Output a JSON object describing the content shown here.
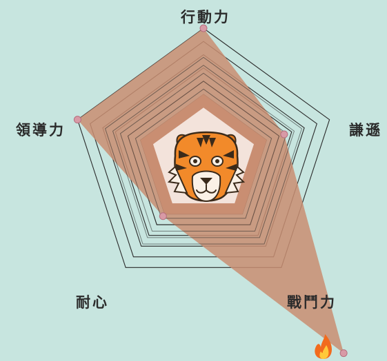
{
  "chart_data": {
    "type": "radar",
    "axes": [
      "行動力",
      "謙遜",
      "戰鬥力",
      "耐心",
      "領導力"
    ],
    "values": [
      5,
      3.2,
      9,
      2.6,
      5
    ],
    "max": 5,
    "levels": 6,
    "center_icon": "tiger-face-icon",
    "overflow_icon": "fire-icon",
    "colors": {
      "background": "#c7e5df",
      "series_fill": "#c98e72",
      "grid_line": "#2a2a2a",
      "vertex_point": "#d89aa6",
      "inner_band_fill": "#c98e72",
      "center_fill": "#f3e3db"
    }
  }
}
